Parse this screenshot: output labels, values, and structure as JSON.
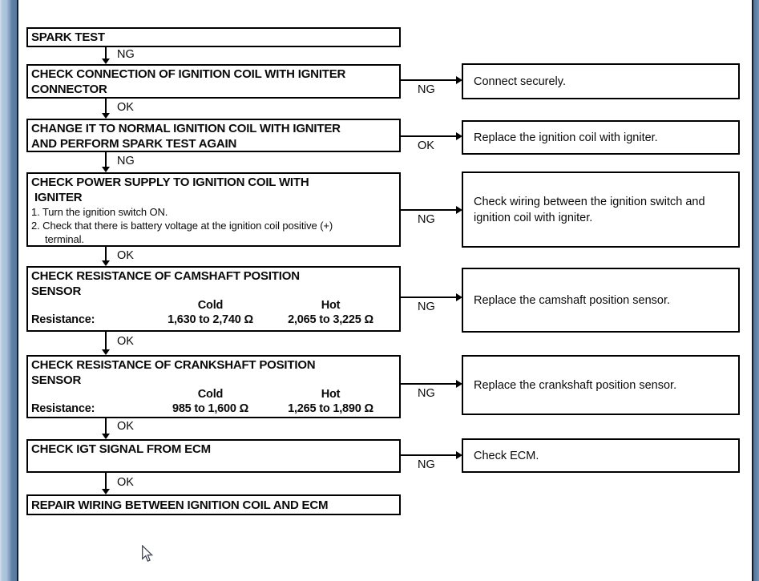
{
  "colors": {
    "frame_blue": "#5e80a4",
    "frame_light_blue": "#a9c3dd",
    "frame_dark_line": "#161c2a",
    "diagram_ink": "#000000"
  },
  "flow": {
    "nodes": [
      {
        "title": "SPARK TEST"
      },
      {
        "title": "CHECK CONNECTION OF IGNITION COIL WITH IGNITER\nCONNECTOR"
      },
      {
        "title": "CHANGE IT TO NORMAL IGNITION COIL WITH IGNITER\nAND PERFORM SPARK TEST AGAIN"
      },
      {
        "title": "CHECK POWER SUPPLY TO IGNITION COIL WITH\n IGNITER",
        "steps": [
          "1. Turn the ignition switch ON.",
          "2. Check that there is battery voltage at the ignition coil positive (+)",
          "terminal."
        ]
      },
      {
        "title": "CHECK RESISTANCE OF CAMSHAFT POSITION\nSENSOR",
        "table": {
          "col_cold": "Cold",
          "col_hot": "Hot",
          "row_label": "Resistance:",
          "cold_value": "1,630 to 2,740 Ω",
          "hot_value": "2,065 to 3,225 Ω"
        }
      },
      {
        "title": "CHECK RESISTANCE OF CRANKSHAFT POSITION\nSENSOR",
        "table": {
          "col_cold": "Cold",
          "col_hot": "Hot",
          "row_label": "Resistance:",
          "cold_value": "985 to 1,600 Ω",
          "hot_value": "1,265 to 1,890 Ω"
        }
      },
      {
        "title": "CHECK IGT SIGNAL FROM ECM"
      },
      {
        "title": "REPAIR WIRING BETWEEN IGNITION COIL AND ECM"
      }
    ],
    "down_connectors": [
      {
        "label": "NG"
      },
      {
        "label": "OK"
      },
      {
        "label": "NG"
      },
      {
        "label": "OK"
      },
      {
        "label": "OK"
      },
      {
        "label": "OK"
      },
      {
        "label": "OK"
      }
    ],
    "side_connectors": [
      {
        "label": "NG",
        "action": "Connect securely."
      },
      {
        "label": "OK",
        "action": "Replace the ignition coil with igniter."
      },
      {
        "label": "NG",
        "action": "Check wiring between the ignition switch and\nignition coil with igniter."
      },
      {
        "label": "NG",
        "action": "Replace the camshaft position sensor."
      },
      {
        "label": "NG",
        "action": "Replace the crankshaft position sensor."
      },
      {
        "label": "NG",
        "action": "Check ECM."
      }
    ]
  }
}
